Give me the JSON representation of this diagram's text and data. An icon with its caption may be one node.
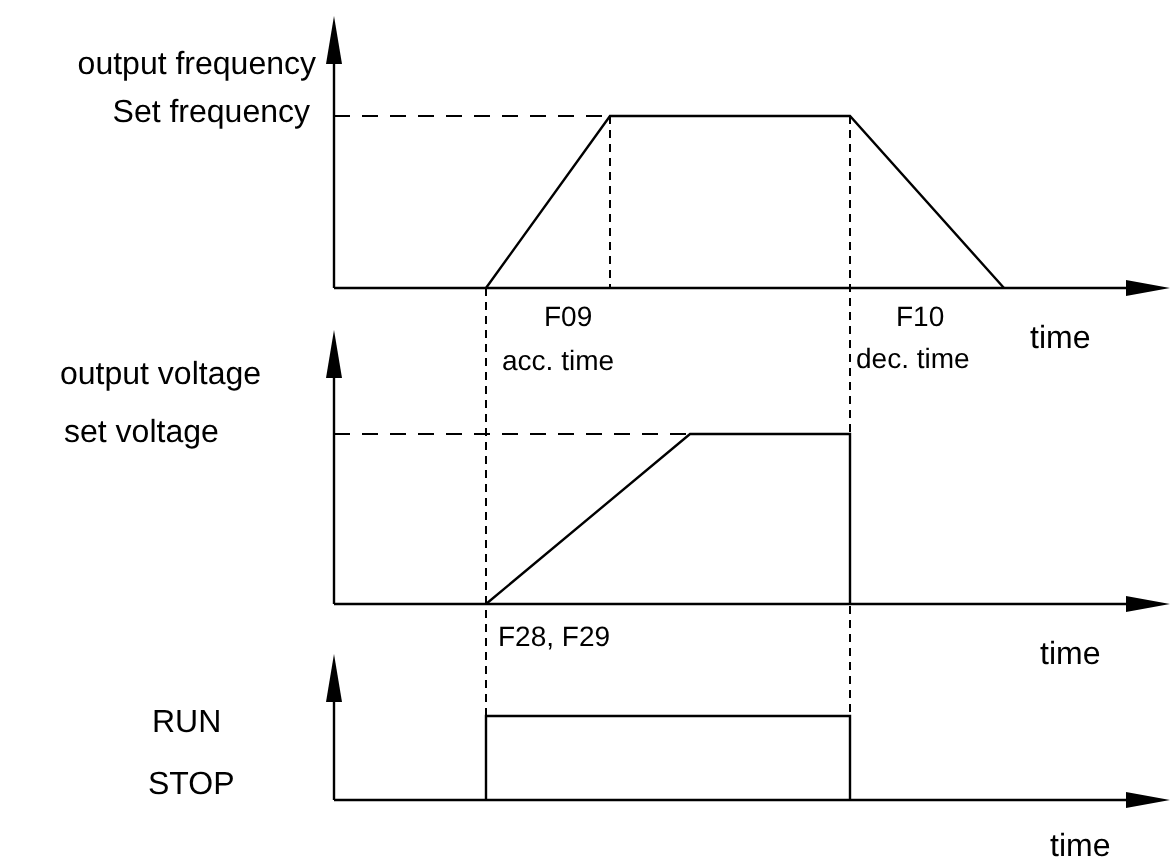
{
  "diagram": {
    "labels": [
      "output frequency",
      "Set frequency",
      "F09",
      "acc. time",
      "F10",
      "dec. time",
      "time",
      "output voltage",
      "set voltage",
      "F28, F29",
      "time",
      "RUN",
      "STOP",
      "time"
    ]
  }
}
